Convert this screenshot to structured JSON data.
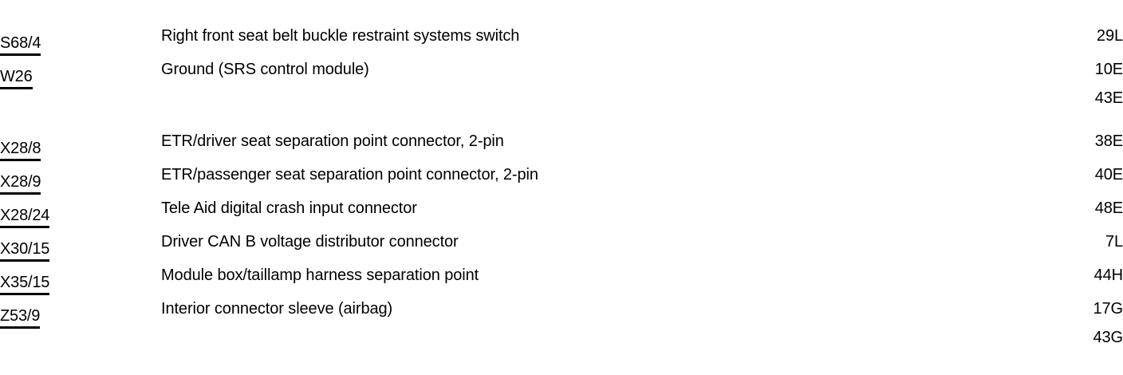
{
  "document": {
    "type": "component-location-index",
    "background_color": "#ffffff",
    "text_color": "#000000"
  },
  "table": {
    "columns": [
      {
        "key": "code",
        "name": "component-code",
        "align": "left"
      },
      {
        "key": "desc",
        "name": "description",
        "align": "left"
      },
      {
        "key": "location",
        "name": "location-code",
        "align": "right"
      }
    ],
    "rows": [
      {
        "code": "S68/4",
        "desc": "Right front seat belt buckle restraint systems switch",
        "locations": [
          "29L"
        ]
      },
      {
        "code": "W26",
        "desc": "Ground (SRS control module)",
        "locations": [
          "10E",
          "43E"
        ]
      },
      {
        "code": "X28/8",
        "desc": "ETR/driver seat separation point connector, 2-pin",
        "locations": [
          "38E"
        ]
      },
      {
        "code": "X28/9",
        "desc": "ETR/passenger seat separation point connector, 2-pin",
        "locations": [
          "40E"
        ]
      },
      {
        "code": "X28/24",
        "desc": "Tele Aid digital crash input connector",
        "locations": [
          "48E"
        ]
      },
      {
        "code": "X30/15",
        "desc": "Driver CAN B voltage distributor connector",
        "locations": [
          "7L"
        ]
      },
      {
        "code": "X35/15",
        "desc": "Module box/taillamp harness separation point",
        "locations": [
          "44H"
        ]
      },
      {
        "code": "Z53/9",
        "desc": "Interior connector sleeve (airbag)",
        "locations": [
          "17G",
          "43G"
        ]
      }
    ]
  }
}
